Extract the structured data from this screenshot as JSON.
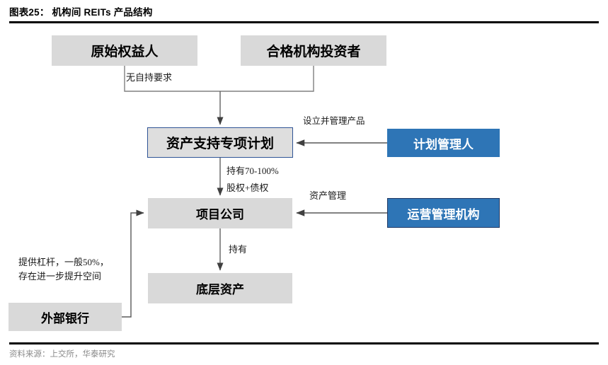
{
  "header": {
    "title": "图表25： 机构间 REITs 产品结构"
  },
  "footer": {
    "source": "资料来源：上交所，华泰研究"
  },
  "colors": {
    "accent_blue": "#2e75b6",
    "dark_blue_border": "#1f3864",
    "plan_border": "#2f5496",
    "node_gray": "#d9d9d9",
    "rule_black": "#000000",
    "source_gray": "#8a8a8a"
  },
  "diagram": {
    "type": "flow-diagram",
    "nodes": [
      {
        "id": "originator",
        "label": "原始权益人",
        "style": "gray"
      },
      {
        "id": "investors",
        "label": "合格机构投资者",
        "style": "gray"
      },
      {
        "id": "abs_plan",
        "label": "资产支持专项计划",
        "style": "gray-outline"
      },
      {
        "id": "plan_manager",
        "label": "计划管理人",
        "style": "blue"
      },
      {
        "id": "project_company",
        "label": "项目公司",
        "style": "gray"
      },
      {
        "id": "operator",
        "label": "运营管理机构",
        "style": "blue-outline"
      },
      {
        "id": "underlying",
        "label": "底层资产",
        "style": "gray"
      },
      {
        "id": "external_bank",
        "label": "外部银行",
        "style": "gray"
      }
    ],
    "edge_labels": {
      "no_self_holding": "无自持要求",
      "setup_manage": "设立并管理产品",
      "hold_ratio": "持有70-100%",
      "equity_debt": "股权+债权",
      "asset_management": "资产管理",
      "hold": "持有",
      "leverage": "提供杠杆，一般50%，存在进一步提升空间"
    },
    "edges": [
      {
        "from": "originator",
        "to": "abs_plan",
        "label": "无自持要求"
      },
      {
        "from": "investors",
        "to": "abs_plan",
        "label": ""
      },
      {
        "from": "plan_manager",
        "to": "abs_plan",
        "label": "设立并管理产品"
      },
      {
        "from": "abs_plan",
        "to": "project_company",
        "label": "持有70-100% 股权+债权"
      },
      {
        "from": "operator",
        "to": "project_company",
        "label": "资产管理"
      },
      {
        "from": "project_company",
        "to": "underlying",
        "label": "持有"
      },
      {
        "from": "external_bank",
        "to": "project_company",
        "label": "提供杠杆，一般50%，存在进一步提升空间"
      }
    ]
  }
}
